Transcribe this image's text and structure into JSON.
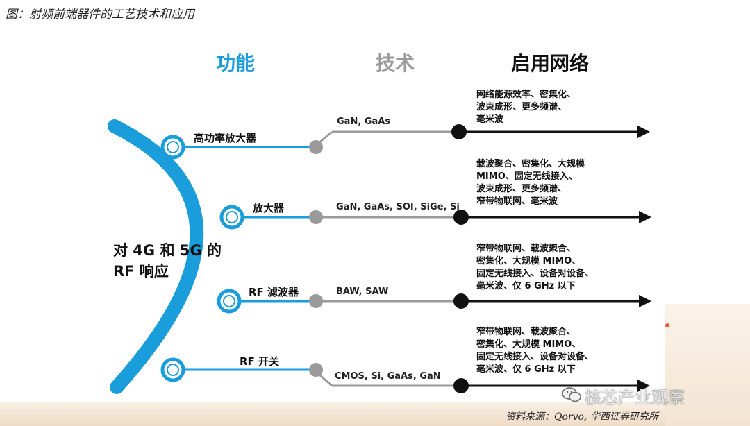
{
  "figure_title": "图：射频前端器件的工艺技术和应用",
  "headers": {
    "function": "功能",
    "technology": "技术",
    "enabled_network": "启用网络"
  },
  "center_label": {
    "line1": "对 4G 和 5G 的",
    "line2": "RF 响应"
  },
  "rows": [
    {
      "function": "高功率放大器",
      "technology": "GaN, GaAs",
      "networks": [
        "网络能源效率、密集化、",
        "波束成形、更多频谱、",
        "毫米波"
      ]
    },
    {
      "function": "放大器",
      "technology": "GaN, GaAs, SOI, SiGe, Si",
      "networks": [
        "载波聚合、密集化、大规模",
        "MIMO、固定无线接入、",
        "波束成形、更多频谱、",
        "窄带物联网、毫米波"
      ]
    },
    {
      "function": "RF 滤波器",
      "technology": "BAW, SAW",
      "networks": [
        "窄带物联网、载波聚合、",
        "密集化、大规模 MIMO、",
        "固定无线接入、设备对设备、",
        "毫米波、仅 6 GHz 以下"
      ]
    },
    {
      "function": "RF 开关",
      "technology": "CMOS, Si, GaAs, GaN",
      "networks": [
        "窄带物联网、载波聚合、",
        "密集化、大规模 MIMO、",
        "固定无线接入、设备对设备、",
        "毫米波、仅 6 GHz 以下"
      ]
    }
  ],
  "source": "资料来源：Qorvo, 华西证券研究所",
  "watermark": "核芯产业观察",
  "colors": {
    "function_blue": "#1a9ddb",
    "technology_gray": "#9a9a9a",
    "network_black": "#111111"
  }
}
